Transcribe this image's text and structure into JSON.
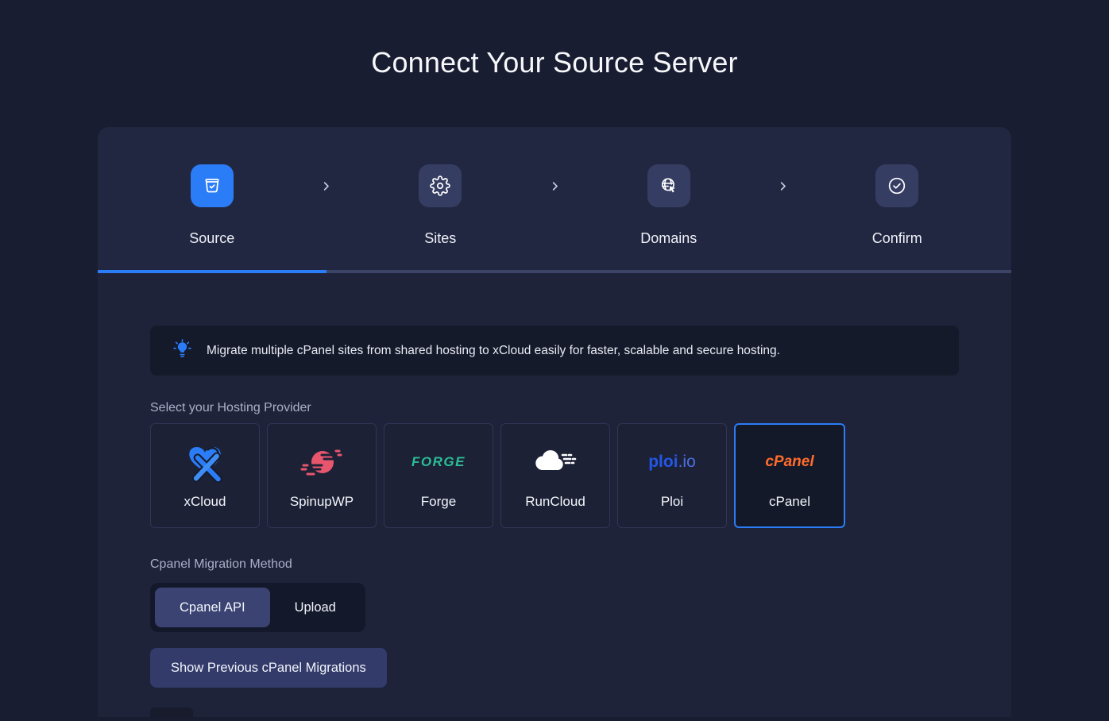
{
  "page": {
    "title": "Connect Your Source Server"
  },
  "colors": {
    "page_bg": "#191d31",
    "panel_bg": "#1e2339",
    "accent_blue": "#2b7cf7",
    "selected_card_border": "#2b7cf7",
    "spinupwp_pink": "#e8566d",
    "forge_green": "#2cbd96",
    "ploi_blue": "#2457e6",
    "cpanel_orange": "#ff6c2c"
  },
  "stepper": {
    "progress_percent": 25,
    "steps": [
      {
        "label": "Source",
        "state": "active",
        "icon": "folder-check-icon"
      },
      {
        "label": "Sites",
        "state": "upcoming",
        "icon": "gear-icon"
      },
      {
        "label": "Domains",
        "state": "upcoming",
        "icon": "globe-cursor-icon"
      },
      {
        "label": "Confirm",
        "state": "upcoming",
        "icon": "check-circle-icon"
      }
    ],
    "separator_icon": "chevron-right-icon"
  },
  "banner": {
    "icon": "lightbulb-icon",
    "text": "Migrate multiple cPanel sites from shared hosting to xCloud easily for faster, scalable and secure hosting."
  },
  "providers": {
    "label": "Select your Hosting Provider",
    "items": [
      {
        "name": "xCloud",
        "selected": false,
        "logo": "xcloud-logo-icon"
      },
      {
        "name": "SpinupWP",
        "selected": false,
        "logo": "spinupwp-logo-icon"
      },
      {
        "name": "Forge",
        "selected": false,
        "logo": "forge-wordmark",
        "logo_text": "FORGE"
      },
      {
        "name": "RunCloud",
        "selected": false,
        "logo": "runcloud-logo-icon"
      },
      {
        "name": "Ploi",
        "selected": false,
        "logo": "ploi-wordmark",
        "logo_text_main": "ploi",
        "logo_text_suffix": ".io"
      },
      {
        "name": "cPanel",
        "selected": true,
        "logo": "cpanel-wordmark",
        "logo_text": "cPanel"
      }
    ]
  },
  "migration_method": {
    "label": "Cpanel Migration Method",
    "tabs": [
      {
        "label": "Cpanel API",
        "active": true
      },
      {
        "label": "Upload",
        "active": false
      }
    ]
  },
  "actions": {
    "show_previous_label": "Show Previous cPanel Migrations"
  }
}
